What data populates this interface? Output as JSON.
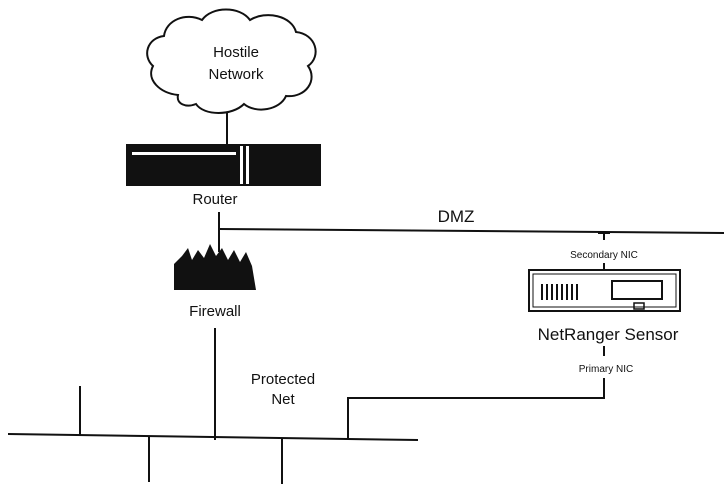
{
  "diagram": {
    "cloud_label_line1": "Hostile",
    "cloud_label_line2": "Network",
    "router_label": "Router",
    "firewall_label": "Firewall",
    "dmz_label": "DMZ",
    "secondary_nic_label": "Secondary NIC",
    "sensor_label": "NetRanger Sensor",
    "primary_nic_label": "Primary NIC",
    "protected_label_line1": "Protected",
    "protected_label_line2": "Net"
  }
}
